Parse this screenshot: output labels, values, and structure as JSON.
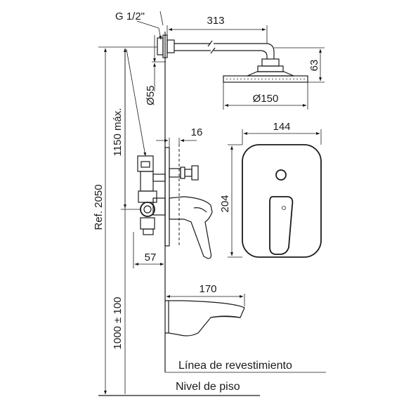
{
  "labels": {
    "thread": "G 1/2\"",
    "arm_length": "313",
    "flange_diameter": "Ø55",
    "head_drop": "63",
    "head_diameter": "Ø150",
    "valve_height_max": "1150 máx.",
    "plate_depth": "16",
    "plate_width": "144",
    "plate_height": "204",
    "reference_height": "Ref. 2050",
    "valve_body_depth": "57",
    "spout_length": "170",
    "floor_offset": "1000 ± 100",
    "finish_line": "Línea de revestimiento",
    "floor_level": "Nivel de piso"
  }
}
